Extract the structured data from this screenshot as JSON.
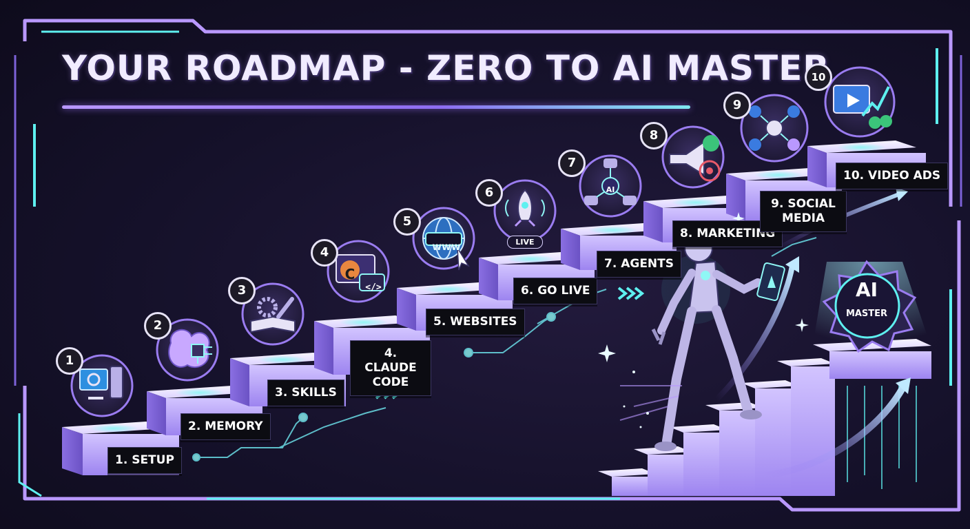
{
  "title": "YOUR ROADMAP - ZERO TO AI MASTER",
  "steps": [
    {
      "number": "1",
      "label": "1. SETUP",
      "icon": "computer-settings-icon"
    },
    {
      "number": "2",
      "label": "2. MEMORY",
      "icon": "brain-chip-icon"
    },
    {
      "number": "3",
      "label": "3. SKILLS",
      "icon": "gear-wrench-book-icon"
    },
    {
      "number": "4",
      "label": "4. CLAUDE CODE",
      "icon": "code-window-icon"
    },
    {
      "number": "5",
      "label": "5. WEBSITES",
      "icon": "globe-www-icon"
    },
    {
      "number": "6",
      "label": "6. GO LIVE",
      "icon": "rocket-live-icon"
    },
    {
      "number": "7",
      "label": "7. AGENTS",
      "icon": "robot-network-icon"
    },
    {
      "number": "8",
      "label": "8. MARKETING",
      "icon": "megaphone-target-icon"
    },
    {
      "number": "9",
      "label": "9. SOCIAL MEDIA",
      "icon": "social-network-icon"
    },
    {
      "number": "10",
      "label": "10. VIDEO ADS",
      "icon": "video-growth-icon"
    }
  ],
  "step4_icon": {
    "c": "C",
    "code": "</>"
  },
  "step5_icon": {
    "text": "www"
  },
  "step6_icon": {
    "text": "LIVE"
  },
  "step7_icon": {
    "text": "AI"
  },
  "master_badge": {
    "top": "AI",
    "bottom": "MASTER"
  },
  "colors": {
    "background": "#15112a",
    "accent_purple": "#b998ff",
    "accent_cyan": "#5ef0f0",
    "label_bg": "#0c0c12",
    "step_top": "#e9e4ff"
  }
}
